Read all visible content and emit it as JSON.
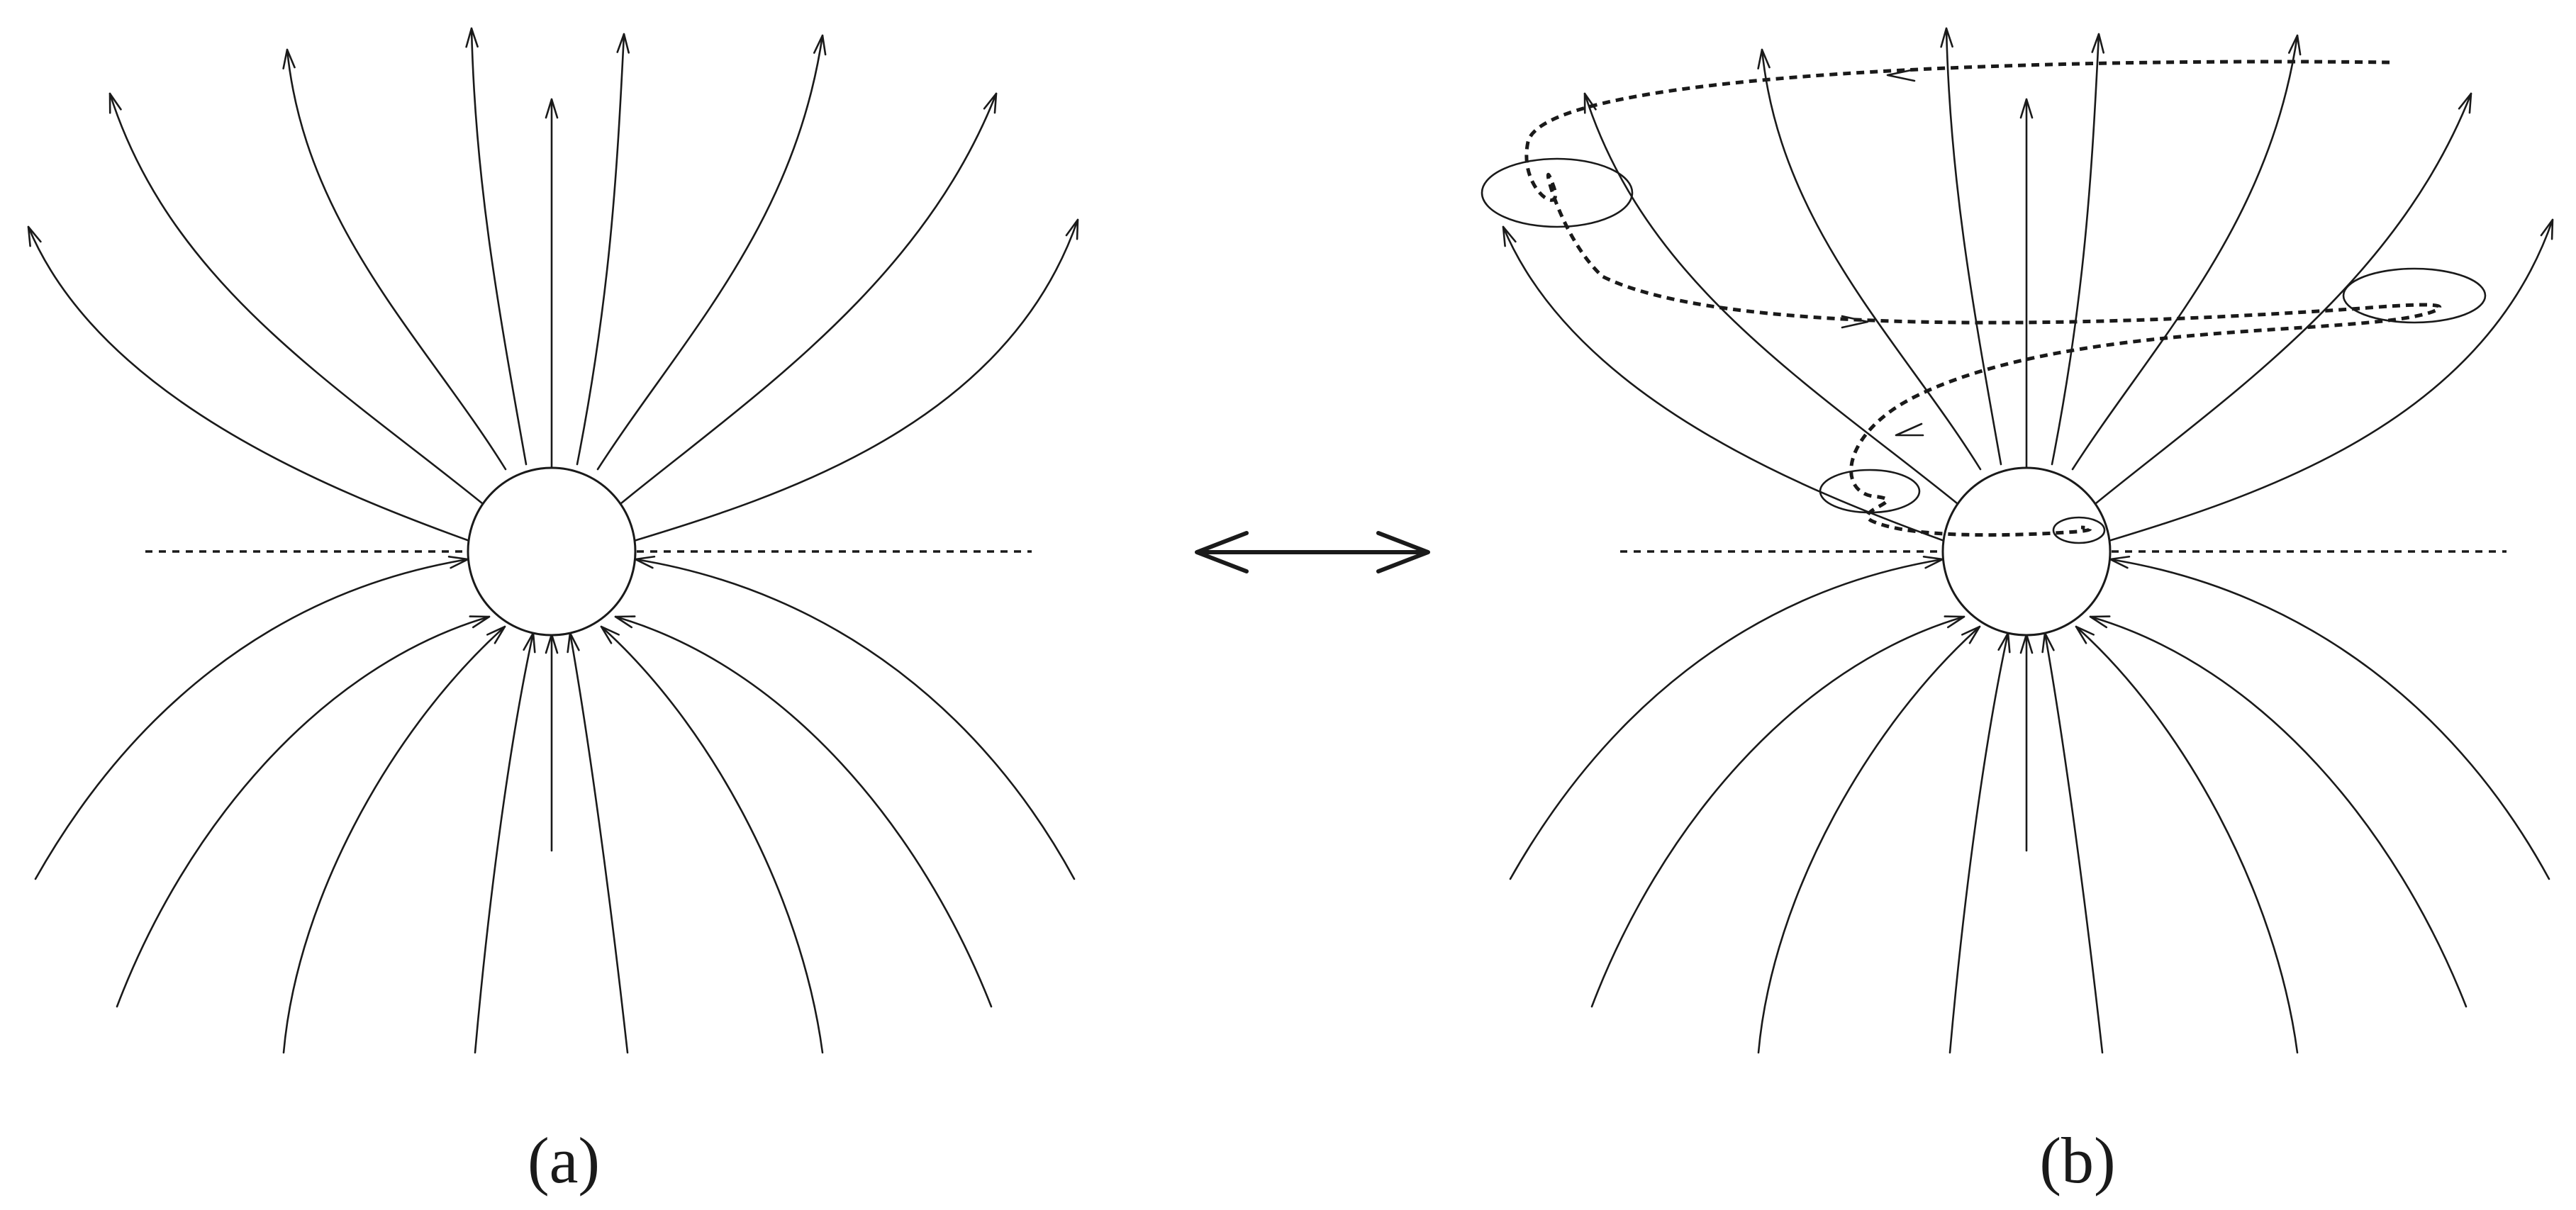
{
  "panels": [
    {
      "id": "a",
      "caption": "(a)"
    },
    {
      "id": "b",
      "caption": "(b)"
    }
  ],
  "colors": {
    "ink": "#1a1a1a",
    "background": "#ffffff"
  }
}
